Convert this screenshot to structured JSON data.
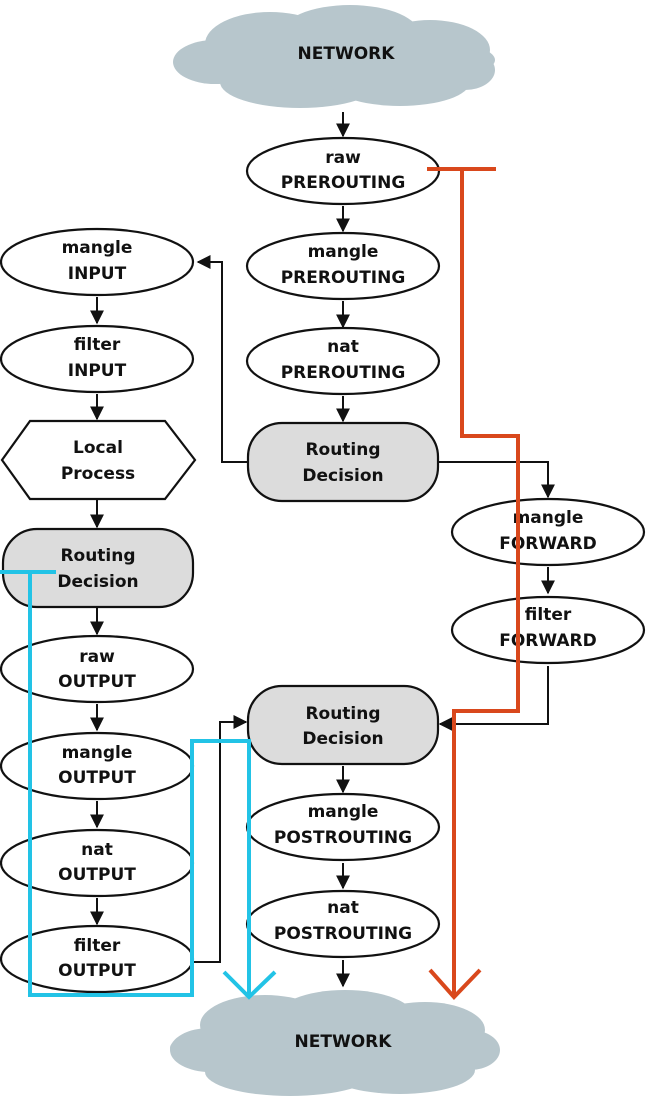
{
  "colors": {
    "forward_path": "#d9481c",
    "local_path": "#22c3e6",
    "cloud": "#b7c6cc",
    "routing_fill": "#dcdcdc",
    "node_stroke": "#111111"
  },
  "network_top": "NETWORK",
  "network_bottom": "NETWORK",
  "prerouting": {
    "raw": {
      "table": "raw",
      "chain": "PREROUTING"
    },
    "mangle": {
      "table": "mangle",
      "chain": "PREROUTING"
    },
    "nat": {
      "table": "nat",
      "chain": "PREROUTING"
    }
  },
  "routing_decision_1": {
    "line1": "Routing",
    "line2": "Decision"
  },
  "input": {
    "mangle": {
      "table": "mangle",
      "chain": "INPUT"
    },
    "filter": {
      "table": "filter",
      "chain": "INPUT"
    }
  },
  "local_process": {
    "line1": "Local",
    "line2": "Process"
  },
  "routing_decision_2": {
    "line1": "Routing",
    "line2": "Decision"
  },
  "output": {
    "raw": {
      "table": "raw",
      "chain": "OUTPUT"
    },
    "mangle": {
      "table": "mangle",
      "chain": "OUTPUT"
    },
    "nat": {
      "table": "nat",
      "chain": "OUTPUT"
    },
    "filter": {
      "table": "filter",
      "chain": "OUTPUT"
    }
  },
  "forward": {
    "mangle": {
      "table": "mangle",
      "chain": "FORWARD"
    },
    "filter": {
      "table": "filter",
      "chain": "FORWARD"
    }
  },
  "routing_decision_3": {
    "line1": "Routing",
    "line2": "Decision"
  },
  "postrouting": {
    "mangle": {
      "table": "mangle",
      "chain": "POSTROUTING"
    },
    "nat": {
      "table": "nat",
      "chain": "POSTROUTING"
    }
  }
}
